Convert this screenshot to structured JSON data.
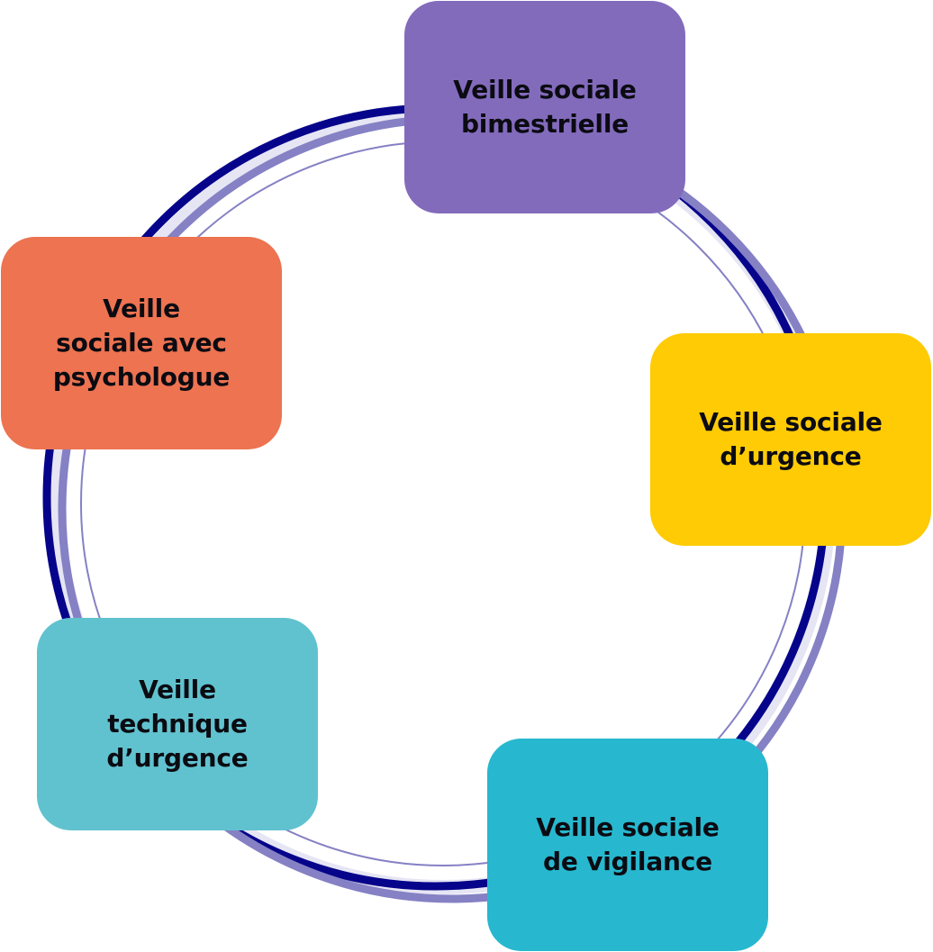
{
  "diagram": {
    "type": "cycle",
    "colors": {
      "ring_dark": "#06048a",
      "ring_light": "#8581c4",
      "ring_pale": "#e6e5f4"
    },
    "nodes": [
      {
        "id": "bimestrielle",
        "label": "Veille sociale\nbimestrielle",
        "color": "#836bbc"
      },
      {
        "id": "urgence",
        "label": "Veille sociale\nd’urgence",
        "color": "#fecb05"
      },
      {
        "id": "vigilance",
        "label": "Veille sociale\nde vigilance",
        "color": "#27b8cf"
      },
      {
        "id": "technique",
        "label": "Veille\ntechnique\nd’urgence",
        "color": "#61c2cf"
      },
      {
        "id": "psychologue",
        "label": "Veille\nsociale avec\npsychologue",
        "color": "#ed7351"
      }
    ]
  }
}
